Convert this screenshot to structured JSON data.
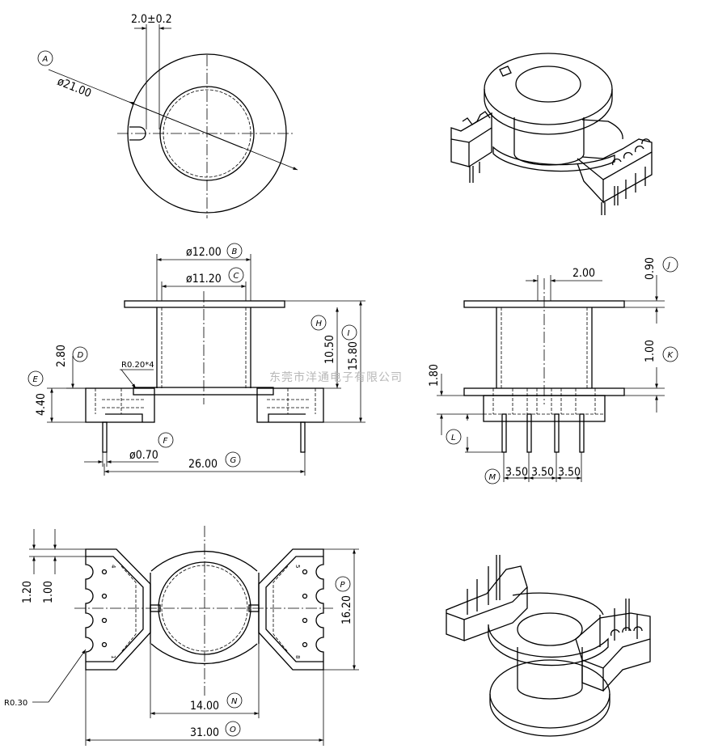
{
  "watermark": "东莞市洋通电子有限公司",
  "top_view": {
    "dim_slot": "2.0±0.2",
    "label_a": "A",
    "dim_diameter": "ø21.00"
  },
  "front_view": {
    "dim_b": "ø12.00",
    "label_b": "B",
    "dim_c": "ø11.20",
    "label_c": "C",
    "dim_d": "2.80",
    "label_d": "D",
    "dim_e": "4.40",
    "label_e": "E",
    "radius_note": "R0.20*4",
    "label_f": "F",
    "dim_f": "ø0.70",
    "dim_g": "26.00",
    "label_g": "G",
    "dim_h": "10.50",
    "label_h": "H",
    "dim_i": "15.80",
    "label_i": "I"
  },
  "side_view": {
    "dim_top": "2.00",
    "dim_j": "0.90",
    "label_j": "J",
    "dim_k": "1.00",
    "label_k": "K",
    "dim_180": "1.80",
    "label_l": "L",
    "label_m": "M",
    "pitch_1": "3.50",
    "pitch_2": "3.50",
    "pitch_3": "3.50"
  },
  "bottom_view": {
    "dim_120": "1.20",
    "dim_100": "1.00",
    "radius_note": "R0.30",
    "dim_p": "16.20",
    "label_p": "P",
    "dim_n": "14.00",
    "label_n": "N",
    "dim_o": "31.00",
    "label_o": "O",
    "pin_4": "4",
    "pin_1": "1",
    "pin_5": "5",
    "pin_8": "8"
  }
}
